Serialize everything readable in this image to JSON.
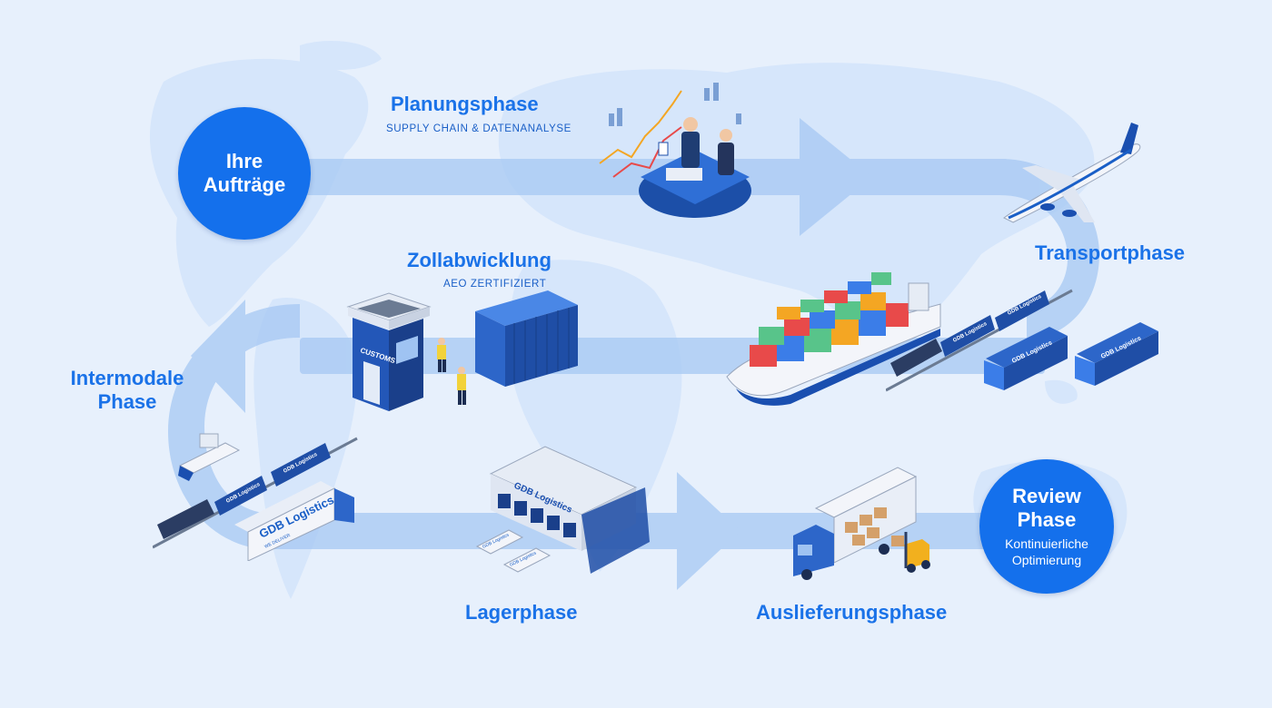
{
  "start_circle": {
    "lines": [
      "Ihre",
      "Aufträge"
    ]
  },
  "planning": {
    "title": "Planungsphase",
    "subtitle": "SUPPLY CHAIN & DATENANALYSE"
  },
  "customs": {
    "title": "Zollabwicklung",
    "subtitle": "AEO ZERTIFIZIERT",
    "booth_sign": "CUSTOMS"
  },
  "transport": {
    "title": "Transportphase"
  },
  "intermodal": {
    "lines": [
      "Intermodale",
      "Phase"
    ]
  },
  "warehouse": {
    "title": "Lagerphase"
  },
  "delivery": {
    "title": "Auslieferungsphase"
  },
  "review": {
    "title_lines": [
      "Review",
      "Phase"
    ],
    "sub_lines": [
      "Kontinuierliche",
      "Optimierung"
    ]
  },
  "brand": {
    "name": "GDB Logistics",
    "tagline": "WE DELIVER"
  },
  "colors": {
    "accent": "#1470ec",
    "text_blue": "#1a72e8",
    "background": "#e7f0fc",
    "arrow": "#9cc0f1"
  },
  "icons": [
    "man-pointing-chart-icon",
    "plane-icon",
    "container-ship-icon",
    "customs-booth-icon",
    "shipping-container-icon",
    "freight-train-icon",
    "truck-icon",
    "warehouse-icon",
    "box-truck-icon",
    "forklift-icon"
  ]
}
